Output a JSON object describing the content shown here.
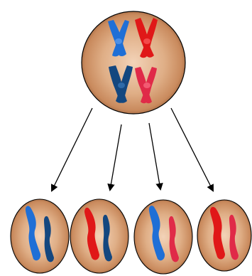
{
  "diagram": {
    "kind": "cell-division",
    "text": "",
    "colors": {
      "background": "#ffffff",
      "cell_light": "#f3d3b8",
      "cell_mid": "#c98a5d",
      "cell_dark": "#8a5330",
      "cell_outline": "#000000",
      "chromosome_light_blue": "#1f6fd6",
      "chromosome_dark_blue": "#14477f",
      "chromosome_red": "#e01818",
      "chromosome_pink_red": "#e02a48",
      "arrow": "#000000"
    },
    "parent_cell": {
      "chromosome_count": 4,
      "chromosomes": [
        {
          "id": "chromosome-1",
          "shape": "x-shaped",
          "color_key": "chromosome_light_blue"
        },
        {
          "id": "chromosome-2",
          "shape": "x-shaped",
          "color_key": "chromosome_red"
        },
        {
          "id": "chromosome-3",
          "shape": "x-shaped",
          "color_key": "chromosome_dark_blue"
        },
        {
          "id": "chromosome-4",
          "shape": "x-shaped",
          "color_key": "chromosome_pink_red"
        }
      ]
    },
    "daughter_cells": [
      {
        "id": "daughter-cell-1",
        "chromosomes": [
          "chromosome_light_blue",
          "chromosome_dark_blue"
        ]
      },
      {
        "id": "daughter-cell-2",
        "chromosomes": [
          "chromosome_red",
          "chromosome_dark_blue"
        ]
      },
      {
        "id": "daughter-cell-3",
        "chromosomes": [
          "chromosome_light_blue",
          "chromosome_pink_red"
        ]
      },
      {
        "id": "daughter-cell-4",
        "chromosomes": [
          "chromosome_red",
          "chromosome_pink_red"
        ]
      }
    ],
    "arrow_count": 4
  }
}
